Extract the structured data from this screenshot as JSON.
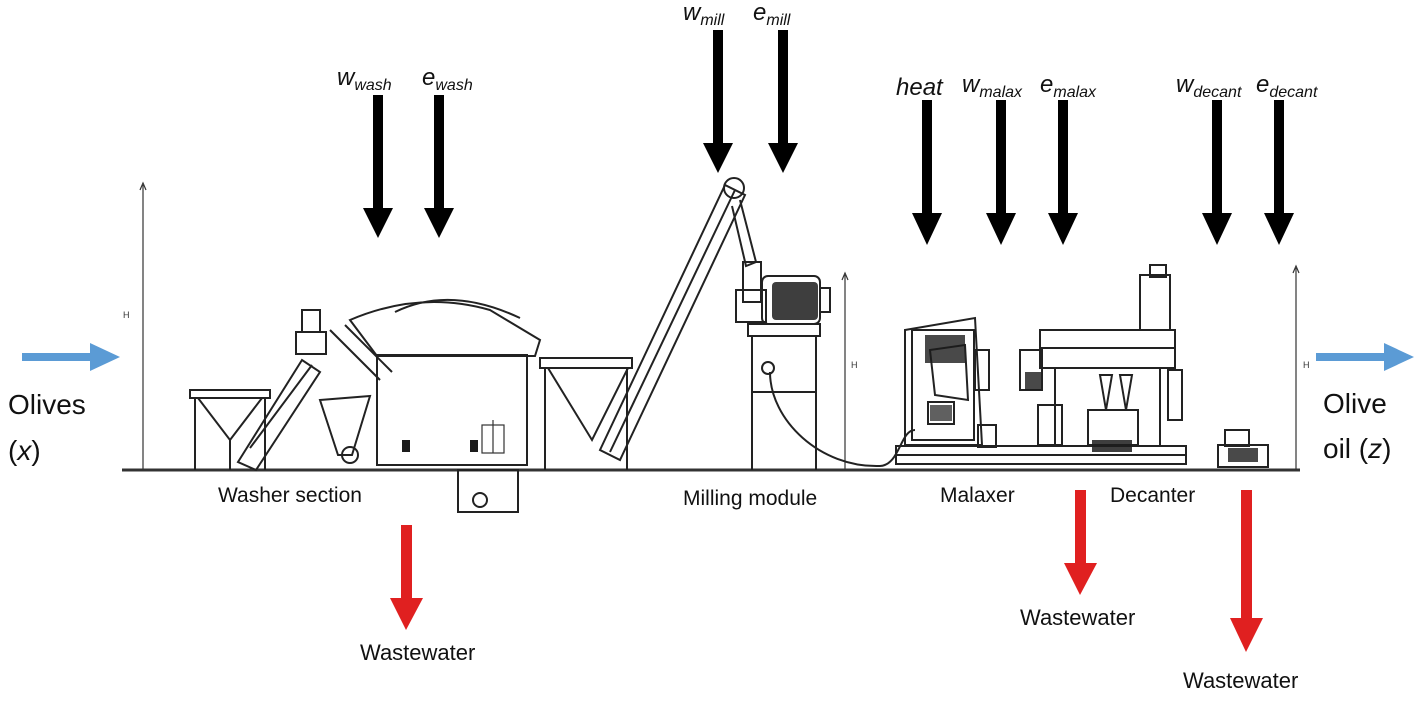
{
  "colors": {
    "input_arrow": "#5b9bd5",
    "utility_arrow": "#000000",
    "waste_arrow": "#e02020",
    "equipment": "#222222"
  },
  "input": {
    "word": "Olives",
    "var": "x"
  },
  "output": {
    "line1": "Olive",
    "line2_word": "oil",
    "var": "z"
  },
  "utilities": [
    {
      "id": "w_wash",
      "base": "w",
      "sub": "wash",
      "icon": "down-arrow"
    },
    {
      "id": "e_wash",
      "base": "e",
      "sub": "wash",
      "icon": "down-arrow"
    },
    {
      "id": "w_mill",
      "base": "w",
      "sub": "mill",
      "icon": "down-arrow"
    },
    {
      "id": "e_mill",
      "base": "e",
      "sub": "mill",
      "icon": "down-arrow"
    },
    {
      "id": "heat",
      "base": "heat",
      "sub": "",
      "icon": "down-arrow"
    },
    {
      "id": "w_malax",
      "base": "w",
      "sub": "malax",
      "icon": "down-arrow"
    },
    {
      "id": "e_malax",
      "base": "e",
      "sub": "malax",
      "icon": "down-arrow"
    },
    {
      "id": "w_decant",
      "base": "w",
      "sub": "decant",
      "icon": "down-arrow"
    },
    {
      "id": "e_decant",
      "base": "e",
      "sub": "decant",
      "icon": "down-arrow"
    }
  ],
  "sections": {
    "washer": "Washer section",
    "milling": "Milling module",
    "malaxer": "Malaxer",
    "decanter": "Decanter"
  },
  "wastewater": [
    "Wastewater",
    "Wastewater",
    "Wastewater"
  ],
  "height_marker": "H"
}
